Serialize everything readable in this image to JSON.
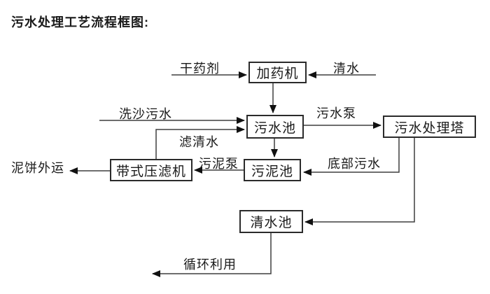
{
  "title": "污水处理工艺流程框图:",
  "diagram": {
    "type": "flowchart",
    "nodes": {
      "dosing_machine": {
        "label": "加药机"
      },
      "sewage_pool": {
        "label": "污水池"
      },
      "treatment_tower": {
        "label": "污水处理塔"
      },
      "belt_filter_press": {
        "label": "带式压滤机"
      },
      "sludge_pool": {
        "label": "污泥池"
      },
      "clean_water_pool": {
        "label": "清水池"
      }
    },
    "edge_labels": {
      "dry_agent": "干药剂",
      "clean_water": "清水",
      "sand_washing_sewage": "洗沙污水",
      "filtered_clean_water": "滤清水",
      "sewage_pump": "污水泵",
      "sludge_pump": "污泥泵",
      "bottom_sewage": "底部污水",
      "mud_cake_out": "泥饼外运",
      "recycle_use": "循环利用"
    },
    "flows": [
      "干药剂 → 加药机",
      "清水 → 加药机",
      "加药机 → 污水池",
      "洗沙污水 → 污水池",
      "带式压滤机 →(滤清水) 污水池",
      "污水池 →(污水泵) 污水处理塔",
      "污水池 → 污泥池",
      "污水处理塔 →(底部污水) 污泥池",
      "污泥池 →(污泥泵) 带式压滤机",
      "带式压滤机 → 泥饼外运",
      "污水处理塔 → 清水池",
      "清水池 → 循环利用"
    ],
    "colors": {
      "background": "#ffffff",
      "line": "#3f3f3f",
      "box_border": "#2b2b2b",
      "text": "#1a1a1a"
    }
  }
}
